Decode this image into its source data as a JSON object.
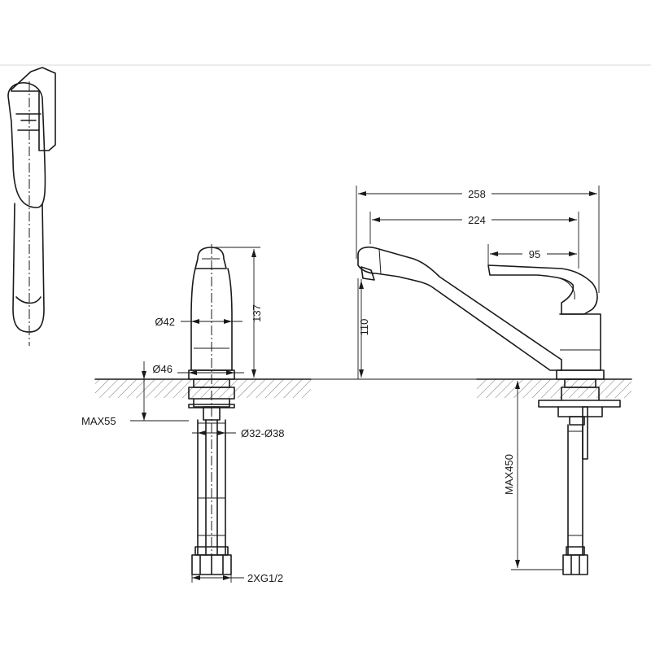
{
  "dimensions": {
    "total_length": "258",
    "spout_reach": "224",
    "lever_length": "95",
    "spout_height": "110",
    "body_height": "137",
    "body_diameter": "Ø42",
    "base_diameter": "Ø46",
    "max_deck_thickness": "MAX55",
    "mounting_hole": "Ø32-Ø38",
    "hose_connection": "2XG1/2",
    "max_hose_length": "MAX450"
  }
}
